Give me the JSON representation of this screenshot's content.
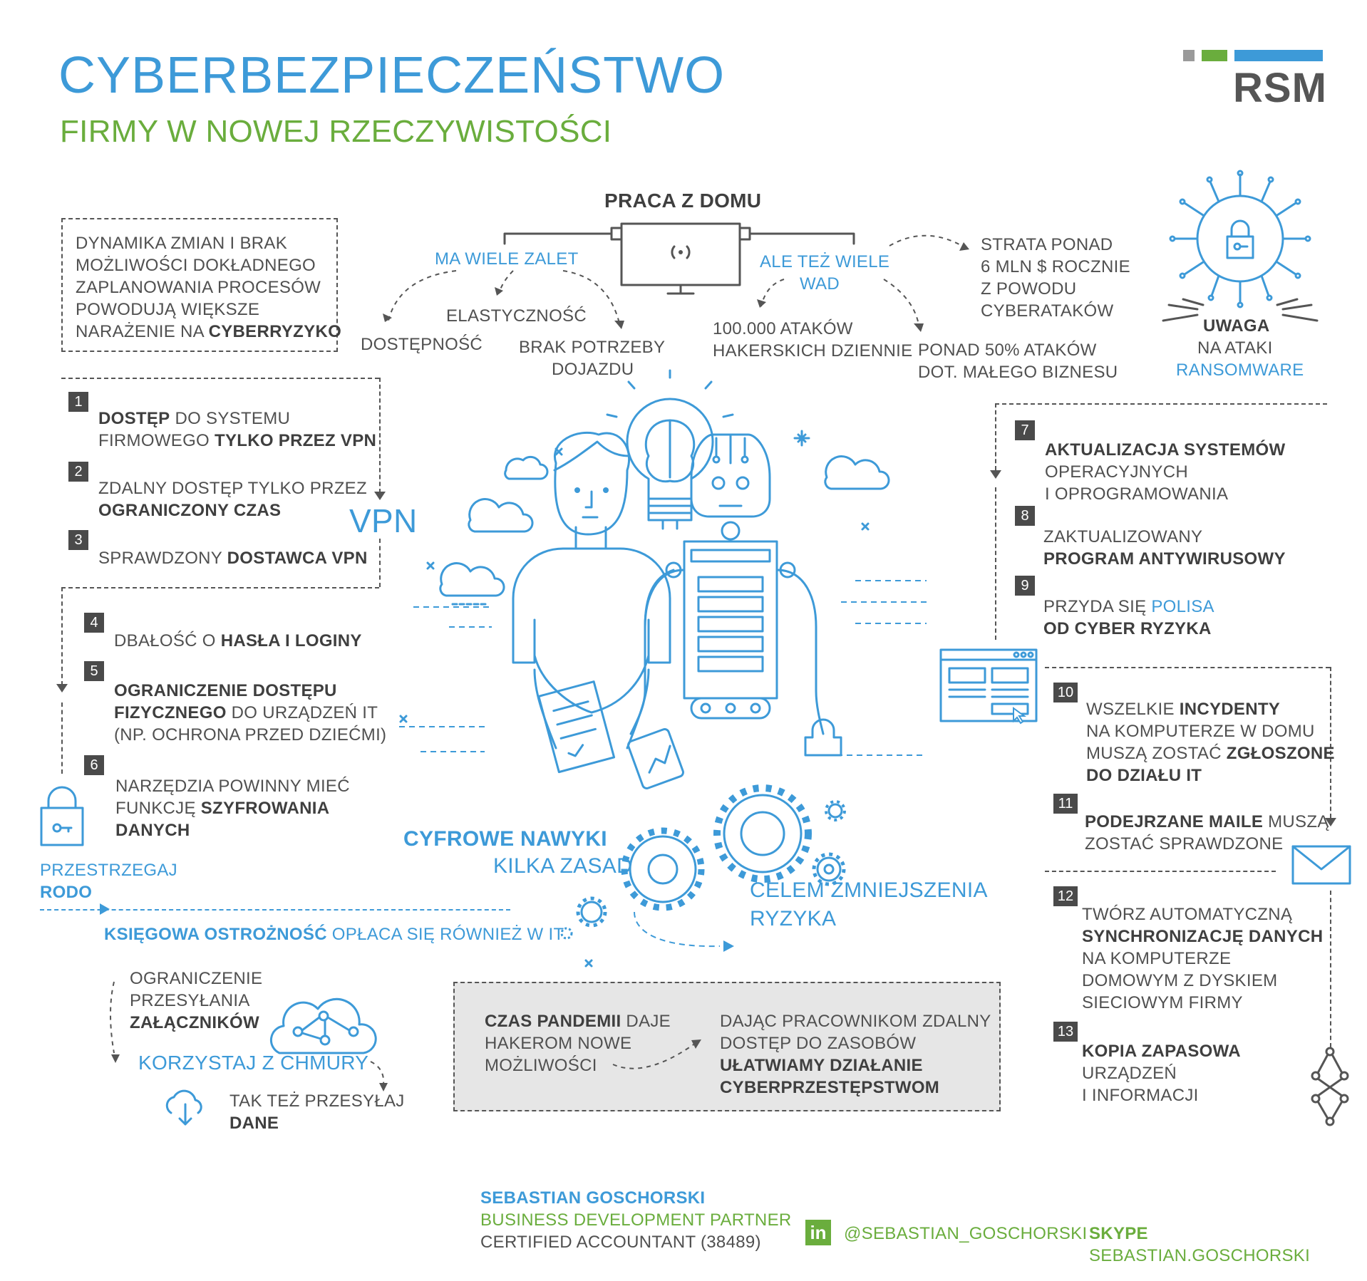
{
  "header": {
    "title": "CYBERBEZPIECZEŃSTWO",
    "subtitle": "FIRMY W NOWEJ RZECZYWISTOŚCI",
    "logo": "RSM"
  },
  "intro_box": {
    "line1": "DYNAMIKA ZMIAN I BRAK",
    "line2": "MOŻLIWOŚCI DOKŁADNEGO",
    "line3": "ZAPLANOWANIA PROCESÓW",
    "line4": "POWODUJĄ WIĘKSZE",
    "line5_pre": "NARAŻENIE NA ",
    "line5_bold": "CYBERRYZYKO"
  },
  "remote": {
    "heading": "PRACA Z DOMU",
    "pros_label": "MA WIELE ZALET",
    "pro_flex": "ELASTYCZNOŚĆ",
    "pro_access": "DOSTĘPNOŚĆ",
    "pro_commute_1": "BRAK POTRZEBY",
    "pro_commute_2": "DOJAZDU",
    "cons_label_1": "ALE TEŻ WIELE",
    "cons_label_2": "WAD",
    "con_attacks_1": "100.000 ATAKÓW",
    "con_attacks_2": "HAKERSKICH DZIENNIE",
    "con_small_1": "PONAD 50% ATAKÓW",
    "con_small_2": "DOT. MAŁEGO BIZNESU",
    "con_loss_1": "STRATA PONAD",
    "con_loss_2": "6 MLN $ ROCZNIE",
    "con_loss_3": "Z POWODU",
    "con_loss_4": "CYBERATAKÓW"
  },
  "ransomware": {
    "line1": "UWAGA",
    "line2": "NA ATAKI",
    "line3": "RANSOMWARE"
  },
  "rules": [
    {
      "n": "1",
      "a": "DOSTĘP",
      "b": " DO SYSTEMU",
      "c": "FIRMOWEGO ",
      "d": "TYLKO PRZEZ VPN"
    },
    {
      "n": "2",
      "a": "ZDALNY DOSTĘP TYLKO PRZEZ",
      "b": "OGRANICZONY CZAS"
    },
    {
      "n": "3",
      "a": "SPRAWDZONY ",
      "b": "DOSTAWCA VPN"
    },
    {
      "n": "4",
      "a": "DBAŁOŚĆ O ",
      "b": "HASŁA I LOGINY"
    },
    {
      "n": "5",
      "a": "OGRANICZENIE DOSTĘPU",
      "b": "FIZYCZNEGO",
      "c": " DO URZĄDZEŃ IT",
      "d": "(NP. OCHRONA PRZED DZIEĆMI)"
    },
    {
      "n": "6",
      "a": "NARZĘDZIA POWINNY MIEĆ",
      "b": "FUNKCJĘ ",
      "c": "SZYFROWANIA",
      "d": "DANYCH"
    },
    {
      "n": "7",
      "a": "AKTUALIZACJA SYSTEMÓW",
      "b": "OPERACYJNYCH",
      "c": "I OPROGRAMOWANIA"
    },
    {
      "n": "8",
      "a": "ZAKTUALIZOWANY",
      "b": "PROGRAM ANTYWIRUSOWY"
    },
    {
      "n": "9",
      "a": "PRZYDA SIĘ ",
      "b": "POLISA",
      "c": "OD CYBER RYZYKA"
    },
    {
      "n": "10",
      "a": "WSZELKIE ",
      "b": "INCYDENTY",
      "c": "NA KOMPUTERZE W DOMU",
      "d": "MUSZĄ ZOSTAĆ ",
      "e": "ZGŁOSZONE",
      "f": "DO DZIAŁU IT"
    },
    {
      "n": "11",
      "a": "PODEJRZANE MAILE",
      "b": " MUSZĄ",
      "c": "ZOSTAĆ SPRAWDZONE"
    },
    {
      "n": "12",
      "a": "TWÓRZ AUTOMATYCZNĄ",
      "b": "SYNCHRONIZACJĘ DANYCH",
      "c": "NA KOMPUTERZE",
      "d": "DOMOWYM Z DYSKIEM",
      "e": "SIECIOWYM FIRMY"
    },
    {
      "n": "13",
      "a": "KOPIA ZAPASOWA",
      "b": "URZĄDZEŃ",
      "c": "I INFORMACJI"
    }
  ],
  "vpn_label": "VPN",
  "center": {
    "habits_1": "CYFROWE NAWYKI",
    "habits_2": "KILKA ZASAD",
    "risk_1": "CELEM ZMNIEJSZENIA",
    "risk_2": "RYZYKA"
  },
  "rodo": {
    "line1": "PRZESTRZEGAJ",
    "line2": "RODO"
  },
  "accounting": {
    "bold": "KSIĘGOWA OSTROŻNOŚĆ",
    "rest": " OPŁACA SIĘ RÓWNIEŻ W IT"
  },
  "cloud": {
    "limit_1": "OGRANICZENIE",
    "limit_2": "PRZESYŁANIA",
    "limit_3": "ZAŁĄCZNIKÓW",
    "use": "KORZYSTAJ Z CHMURY",
    "send_1": "TAK TEŻ PRZESYŁAJ",
    "send_2": "DANE"
  },
  "pandemic": {
    "l1_bold": "CZAS PANDEMII",
    "l1_rest": " DAJE",
    "l2": "HAKEROM NOWE",
    "l3": "MOŻLIWOŚCI",
    "r1": "DAJĄC PRACOWNIKOM ZDALNY",
    "r2": "DOSTĘP DO ZASOBÓW",
    "r3": "UŁATWIAMY DZIAŁANIE",
    "r4": "CYBERPRZESTĘPSTWOM"
  },
  "footer": {
    "name": "SEBASTIAN GOSCHORSKI",
    "role": "BUSINESS DEVELOPMENT PARTNER",
    "cert": "CERTIFIED ACCOUNTANT (38489)",
    "linkedin_icon": "in",
    "linkedin": "@SEBASTIAN_GOSCHORSKI",
    "skype_label": "SKYPE",
    "skype": " SEBASTIAN.GOSCHORSKI"
  },
  "colors": {
    "blue": "#3d9ad8",
    "green": "#6aad3d",
    "dark": "#4a4a4a",
    "grey_box": "#e6e6e6"
  }
}
